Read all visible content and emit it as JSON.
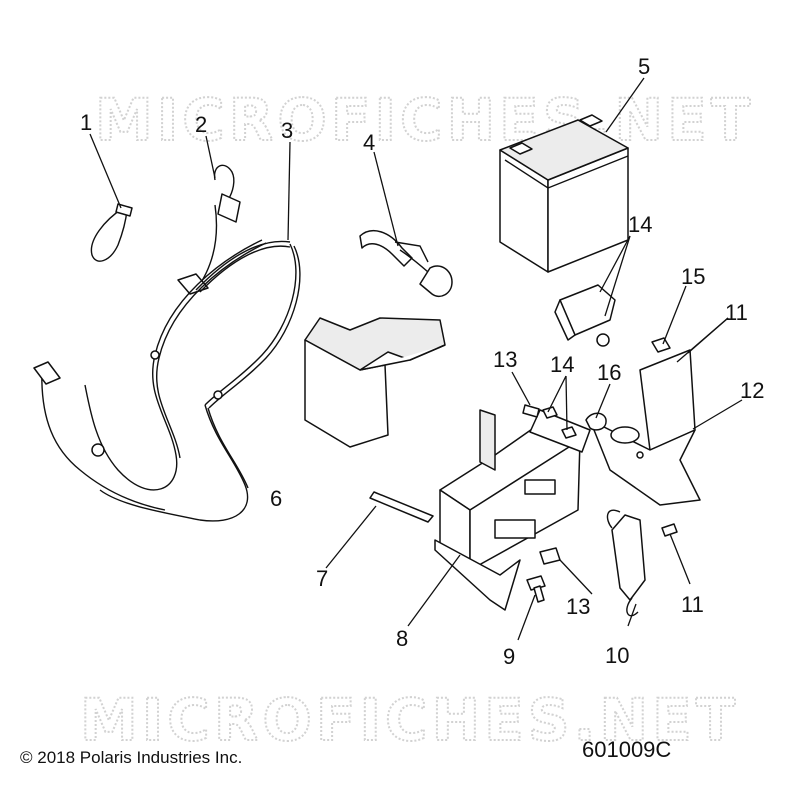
{
  "watermark": {
    "top_text": "MICROFICHES.NET",
    "bottom_text": "MICROFICHES.NET"
  },
  "callouts": {
    "c1": "1",
    "c2": "2",
    "c3": "3",
    "c4": "4",
    "c5": "5",
    "c6": "6",
    "c7": "7",
    "c8": "8",
    "c9": "9",
    "c10": "10",
    "c11a": "11",
    "c11b": "11",
    "c12": "12",
    "c13a": "13",
    "c13b": "13",
    "c14a": "14",
    "c14b": "14",
    "c15": "15",
    "c16": "16"
  },
  "footer": {
    "copyright": "© 2018 Polaris Industries Inc.",
    "diagram_code": "601009C"
  }
}
